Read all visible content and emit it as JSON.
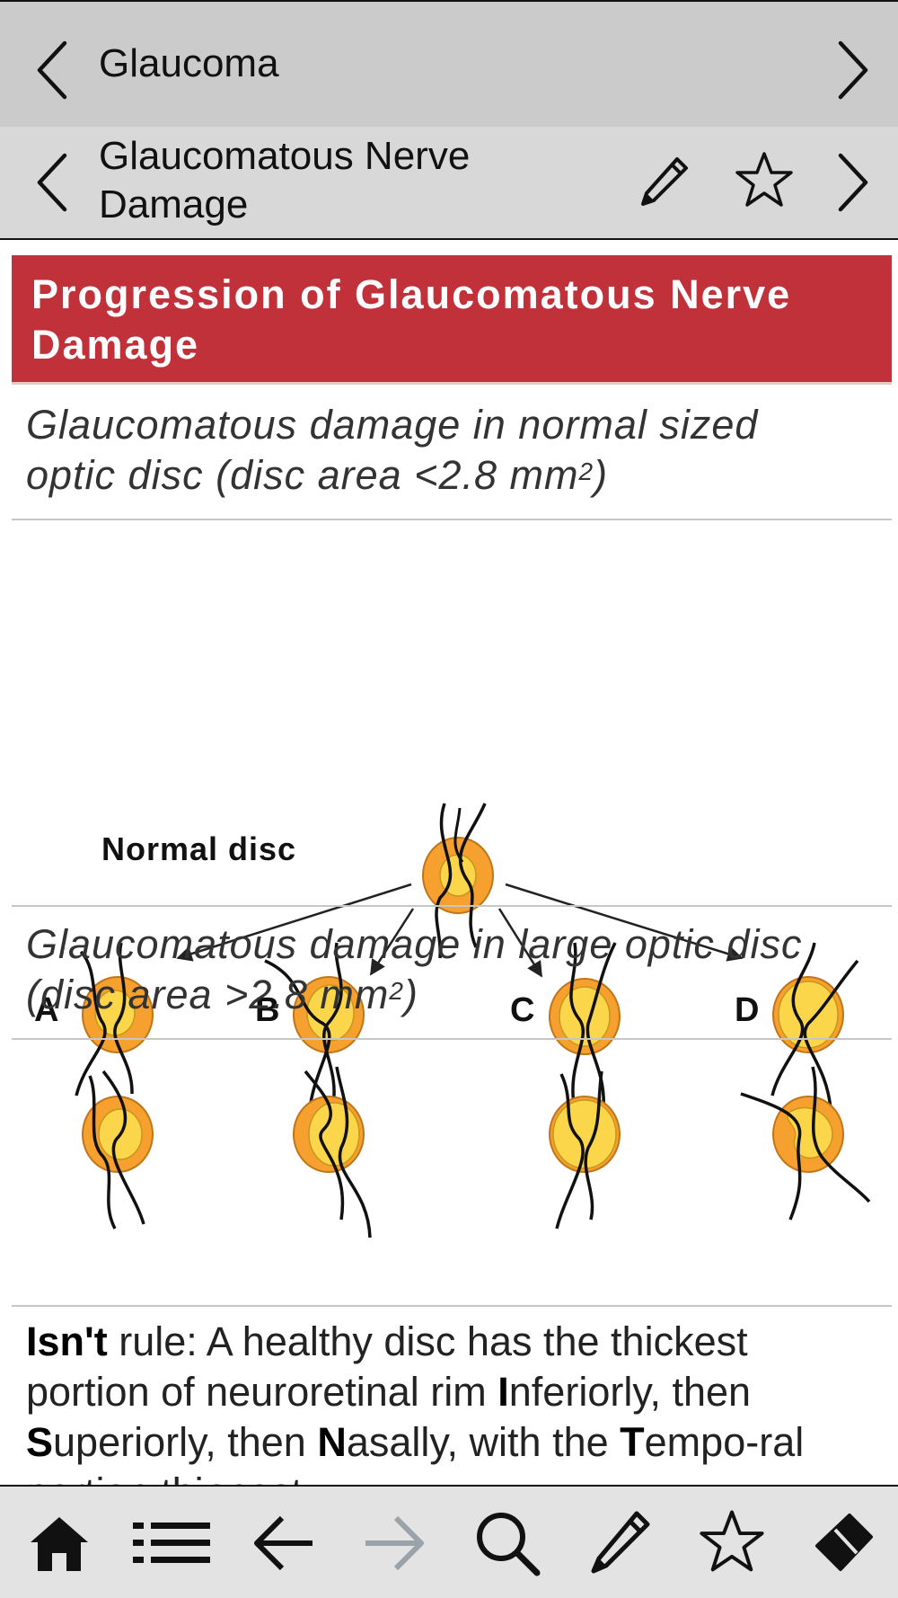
{
  "nav": {
    "chapter_title": "Glaucoma",
    "section_title": "Glaucomatous Nerve Damage"
  },
  "content": {
    "banner_title": "Progression of Glaucomatous Nerve Damage",
    "subhead1_text": "Glaucomatous damage in normal sized optic disc (disc area <2.8 mm",
    "subhead1_sup": "2",
    "subhead1_tail": ")",
    "subhead2_text": "Glaucomatous damage in large optic disc (disc area >2.8 mm",
    "subhead2_sup": "2",
    "subhead2_tail": ")",
    "figure1": {
      "normal_label": "Normal disc",
      "labels": [
        "A",
        "B",
        "C",
        "D"
      ]
    },
    "rule_text": {
      "b1": "Isn't",
      "t1": " rule: A healthy disc has the thickest portion of neuroretinal rim ",
      "b2": "I",
      "t2": "nferiorly, then ",
      "b3": "S",
      "t3": "uperiorly, then ",
      "b4": "N",
      "t4": "asally, with the ",
      "b5": "T",
      "t5": "empo-ral portion thinnest."
    }
  },
  "icons": {
    "prev_chapter": "chevron-left-icon",
    "next_chapter": "chevron-right-icon",
    "prev_section": "chevron-left-icon",
    "next_section": "chevron-right-icon",
    "edit": "pencil-icon",
    "bookmark": "star-icon",
    "footer": [
      "home-icon",
      "list-icon",
      "arrow-left-icon",
      "arrow-right-icon",
      "search-icon",
      "pencil-icon",
      "star-icon",
      "eraser-icon"
    ]
  },
  "colors": {
    "banner": "#c1313a",
    "disc_outer": "#f6a02f",
    "disc_inner": "#fcd64a",
    "disabled_icon": "#9aa3aa"
  }
}
